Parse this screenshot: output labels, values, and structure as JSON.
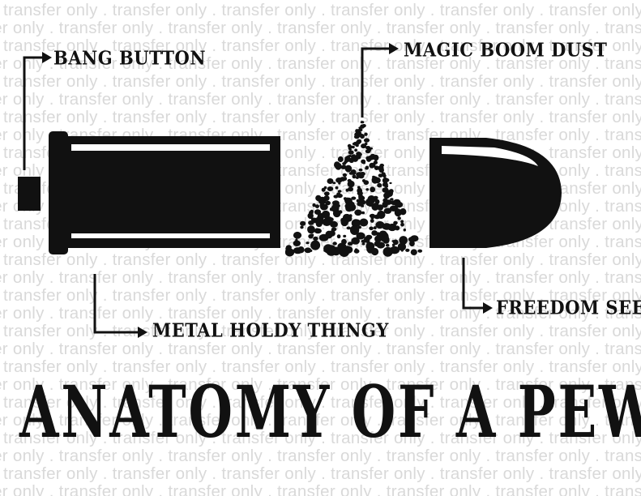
{
  "watermark": {
    "text": "transfer only . "
  },
  "labels": {
    "bang_button": "BANG BUTTON",
    "magic_boom_dust": "MAGIC BOOM DUST",
    "metal_holdy_thingy": "METAL HOLDY THINGY",
    "freedom_seed": "FREEDOM SEED"
  },
  "title": "ANATOMY OF A PEW",
  "colors": {
    "ink": "#111111",
    "watermark": "#d9d9d9",
    "background": "#ffffff"
  }
}
